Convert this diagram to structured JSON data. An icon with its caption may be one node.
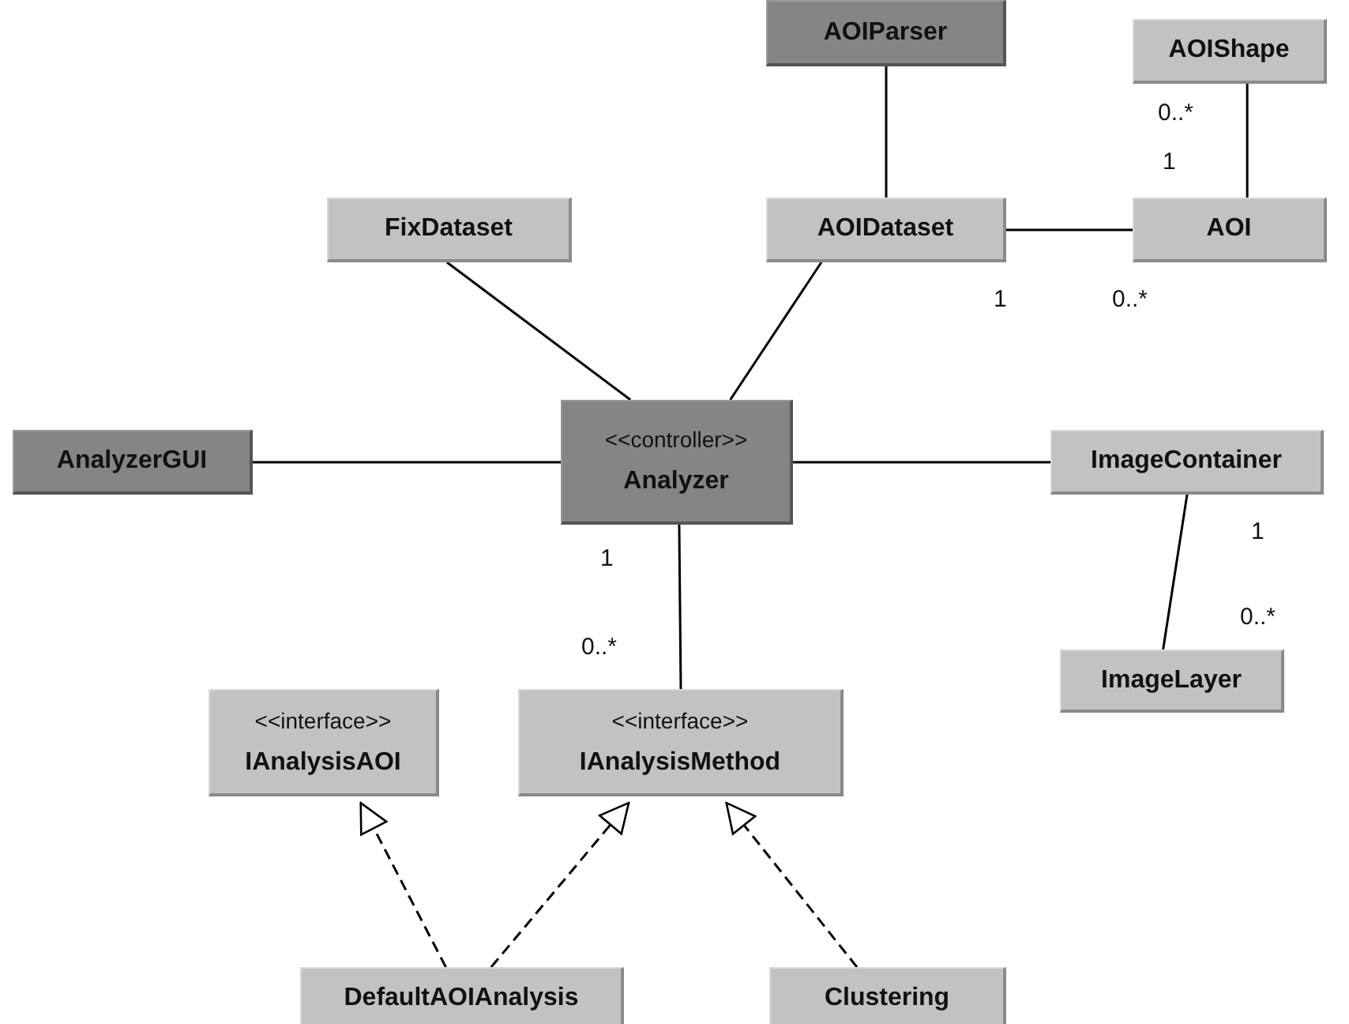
{
  "diagram": {
    "nodes": [
      {
        "text": [
          "AOIParser"
        ]
      },
      {
        "text": [
          "AOIShape"
        ]
      },
      {
        "text": [
          "FixDataset"
        ]
      },
      {
        "text": [
          "AOIDataset"
        ]
      },
      {
        "text": [
          "AOI"
        ]
      },
      {
        "text": [
          "AnalyzerGUI"
        ]
      },
      {
        "text": [
          "<<controller>>",
          "Analyzer"
        ]
      },
      {
        "text": [
          "ImageContainer"
        ]
      },
      {
        "text": [
          "ImageLayer"
        ]
      },
      {
        "text": [
          "<<interface>>",
          "IAnalysisAOI"
        ]
      },
      {
        "text": [
          "<<interface>>",
          "IAnalysisMethod"
        ]
      },
      {
        "text": [
          "DefaultAOIAnalysis"
        ]
      },
      {
        "text": [
          "Clustering"
        ]
      }
    ],
    "edges": [
      {
        "from": 0,
        "to": 3,
        "arrow": "none"
      },
      {
        "from": 1,
        "to": 4,
        "arrow": "none"
      },
      {
        "from": 3,
        "to": 4,
        "arrow": "none"
      },
      {
        "from": 2,
        "to": 6,
        "arrow": "none"
      },
      {
        "from": 3,
        "to": 6,
        "arrow": "none"
      },
      {
        "from": 5,
        "to": 6,
        "arrow": "none"
      },
      {
        "from": 6,
        "to": 7,
        "arrow": "none"
      },
      {
        "from": 7,
        "to": 8,
        "arrow": "none"
      },
      {
        "from": 6,
        "to": 10,
        "arrow": "none"
      },
      {
        "from": 11,
        "to": 9,
        "arrow": "to",
        "style": "dashed"
      },
      {
        "from": 11,
        "to": 10,
        "arrow": "to",
        "style": "dashed"
      },
      {
        "from": 12,
        "to": 10,
        "arrow": "to",
        "style": "dashed"
      }
    ],
    "labels": [
      "0..*",
      "1",
      "1",
      "0..*",
      "1",
      "1",
      "0..*",
      "0..*"
    ]
  }
}
